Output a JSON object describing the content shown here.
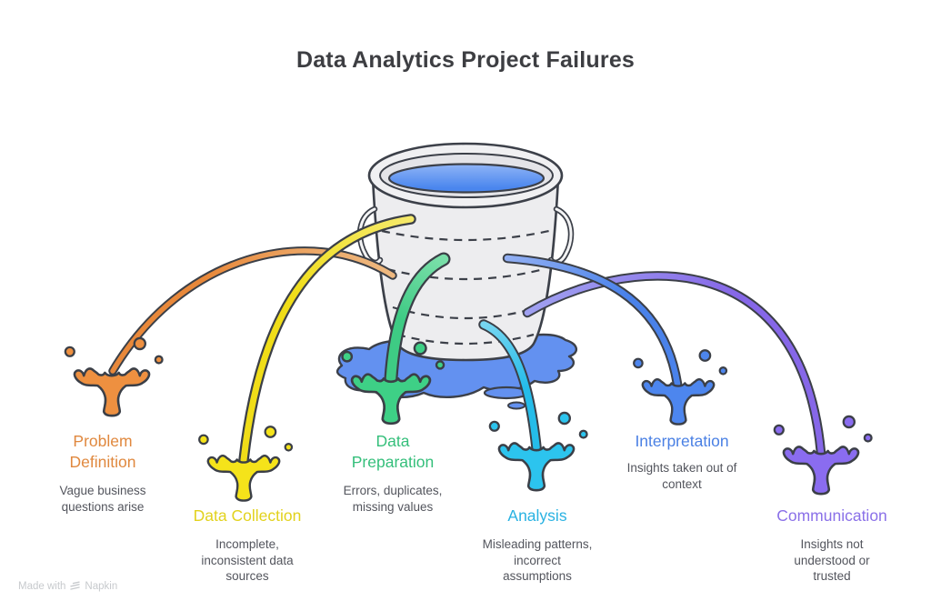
{
  "title": "Data Analytics Project Failures",
  "watermark": {
    "prefix": "Made with",
    "brand": "Napkin"
  },
  "bucket": {
    "body_color": "#ededef",
    "rim_color": "#f0f0f2",
    "lip_color": "#e4e4e8",
    "outline_color": "#3c4049",
    "water_color": "#4a86ee",
    "water_color_light": "#8fb4f6",
    "puddle_color": "#6391f0"
  },
  "stages": [
    {
      "label": "Problem\nDefinition",
      "description": "Vague business\nquestions arise",
      "text_color": "#e0883e",
      "color": "#e8883a",
      "color_light": "#eebc85",
      "splash_color": "#ee9040"
    },
    {
      "label": "Data Collection",
      "description": "Incomplete,\ninconsistent data\nsources",
      "text_color": "#e2d21d",
      "color": "#f0dd18",
      "color_light": "#f5e96a",
      "splash_color": "#f5e31a"
    },
    {
      "label": "Data\nPreparation",
      "description": "Errors, duplicates,\nmissing values",
      "text_color": "#35bf7b",
      "color": "#3ecb84",
      "color_light": "#7adfa9",
      "splash_color": "#3ed086"
    },
    {
      "label": "Analysis",
      "description": "Misleading patterns,\nincorrect\nassumptions",
      "text_color": "#29b2e2",
      "color": "#25bce9",
      "color_light": "#76d6f1",
      "splash_color": "#2cc4ee"
    },
    {
      "label": "Interpretation",
      "description": "Insights taken out of\ncontext",
      "text_color": "#4a80e4",
      "color": "#4a82ea",
      "color_light": "#91aff3",
      "splash_color": "#4d86ee"
    },
    {
      "label": "Communication",
      "description": "Insights not\nunderstood or\ntrusted",
      "text_color": "#8a70e8",
      "color": "#8667e8",
      "color_light": "#9fa0f0",
      "splash_color": "#8a6cf0"
    }
  ]
}
